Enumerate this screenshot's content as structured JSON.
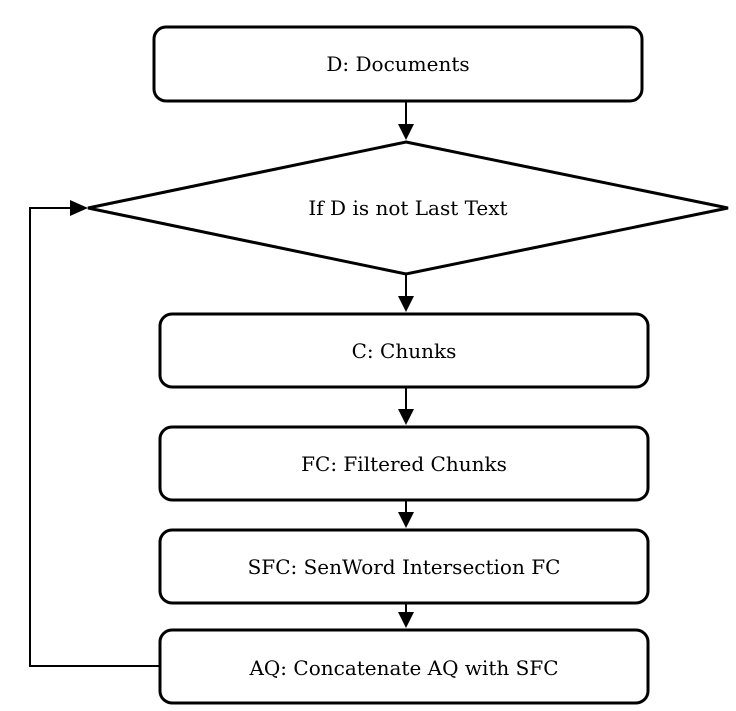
{
  "nodes": {
    "documents": "D: Documents",
    "decision": "If D is not Last Text",
    "chunks": "C: Chunks",
    "filtered_chunks": "FC: Filtered Chunks",
    "intersection": "SFC: SenWord Intersection FC",
    "concatenate": "AQ: Concatenate AQ with SFC"
  }
}
